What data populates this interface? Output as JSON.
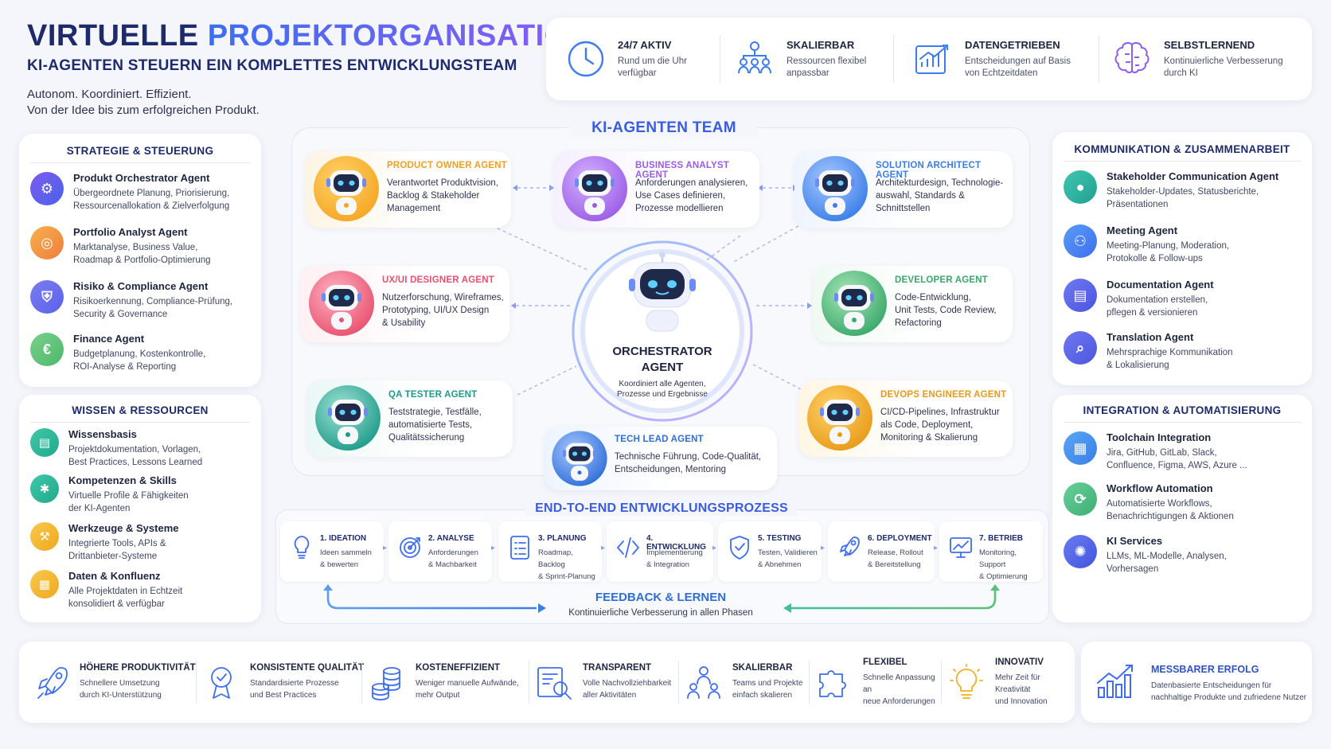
{
  "header": {
    "title_a": "VIRTUELLE ",
    "title_b": "PROJEKTORGANISATION",
    "subtitle": "KI-AGENTEN STEUERN EIN KOMPLETTES ENTWICKLUNGSTEAM",
    "tagline_1": "Autonom. Koordiniert. Effizient.",
    "tagline_2": "Von der Idee bis zum erfolgreichen Produkt."
  },
  "features": [
    {
      "icon": "clock-icon",
      "title": "24/7 AKTIV",
      "desc": [
        "Rund um die Uhr",
        "verfügbar"
      ]
    },
    {
      "icon": "team-scale-icon",
      "title": "SKALIERBAR",
      "desc": [
        "Ressourcen flexibel",
        "anpassbar"
      ]
    },
    {
      "icon": "data-chart-icon",
      "title": "DATENGETRIEBEN",
      "desc": [
        "Entscheidungen auf Basis",
        "von Echtzeitdaten"
      ]
    },
    {
      "icon": "brain-icon",
      "title": "SELBSTLERNEND",
      "desc": [
        "Kontinuierliche Verbesserung",
        "durch KI"
      ]
    }
  ],
  "left_top": {
    "title": "STRATEGIE & STEUERUNG",
    "items": [
      {
        "name": "Produkt Orchestrator Agent",
        "desc": [
          "Übergeordnete Planung, Priorisierung,",
          "Ressourcenallokation & Zielverfolgung"
        ],
        "color": "#7b5cf0"
      },
      {
        "name": "Portfolio Analyst Agent",
        "desc": [
          "Marktanalyse, Business Value,",
          "Roadmap & Portfolio-Optimierung"
        ],
        "color": "#f39a3d"
      },
      {
        "name": "Risiko & Compliance Agent",
        "desc": [
          "Risikoerkennung, Compliance-Prüfung,",
          "Security & Governance"
        ],
        "color": "#6a72e8"
      },
      {
        "name": "Finance Agent",
        "desc": [
          "Budgetplanung, Kostenkontrolle,",
          "ROI-Analyse & Reporting"
        ],
        "color": "#5cc27a"
      }
    ]
  },
  "left_bottom": {
    "title": "WISSEN & RESSOURCEN",
    "items": [
      {
        "name": "Wissensbasis",
        "desc": [
          "Projektdokumentation, Vorlagen,",
          "Best Practices, Lessons Learned"
        ],
        "color": "#2fb89a"
      },
      {
        "name": "Kompetenzen & Skills",
        "desc": [
          "Virtuelle Profile & Fähigkeiten",
          "der KI-Agenten"
        ],
        "color": "#2fb89a"
      },
      {
        "name": "Werkzeuge & Systeme",
        "desc": [
          "Integrierte Tools, APIs &",
          "Drittanbieter-Systeme"
        ],
        "color": "#f5b731"
      },
      {
        "name": "Daten & Konfluenz",
        "desc": [
          "Alle Projektdaten in Echtzeit",
          "konsolidiert & verfügbar"
        ],
        "color": "#f5b731"
      }
    ]
  },
  "right_top": {
    "title": "KOMMUNIKATION & ZUSAMMENARBEIT",
    "items": [
      {
        "name": "Stakeholder Communication Agent",
        "desc": [
          "Stakeholder-Updates, Statusberichte,",
          "Präsentationen"
        ],
        "color": "#2fb8a0"
      },
      {
        "name": "Meeting Agent",
        "desc": [
          "Meeting-Planung, Moderation,",
          "Protokolle & Follow-ups"
        ],
        "color": "#3d7cf0"
      },
      {
        "name": "Documentation Agent",
        "desc": [
          "Dokumentation erstellen,",
          "pflegen & versionieren"
        ],
        "color": "#5a62ea"
      },
      {
        "name": "Translation Agent",
        "desc": [
          "Mehrsprachige Kommunikation",
          "& Lokalisierung"
        ],
        "color": "#5a62ea"
      }
    ]
  },
  "right_bottom": {
    "title": "INTEGRATION & AUTOMATISIERUNG",
    "items": [
      {
        "name": "Toolchain Integration",
        "desc": [
          "Jira, GitHub, GitLab, Slack,",
          "Confluence, Figma, AWS, Azure ..."
        ],
        "color": "#3d8cf0"
      },
      {
        "name": "Workflow Automation",
        "desc": [
          "Automatisierte Workflows,",
          "Benachrichtigungen & Aktionen"
        ],
        "color": "#4cc08a"
      },
      {
        "name": "KI Services",
        "desc": [
          "LLMs, ML-Modelle, Analysen,",
          "Vorhersagen"
        ],
        "color": "#4a62ea"
      }
    ]
  },
  "team": {
    "title": "KI-AGENTEN TEAM",
    "orchestrator": {
      "name_1": "ORCHESTRATOR",
      "name_2": "AGENT",
      "desc_1": "Koordiniert alle Agenten,",
      "desc_2": "Prozesse und Ergebnisse"
    },
    "agents": [
      {
        "key": "po",
        "name": "PRODUCT OWNER AGENT",
        "desc": [
          "Verantwortet Produktvision,",
          "Backlog & Stakeholder",
          "Management"
        ],
        "color": "#f0a020"
      },
      {
        "key": "ba",
        "name": "BUSINESS ANALYST AGENT",
        "desc": [
          "Anforderungen analysieren,",
          "Use Cases definieren,",
          "Prozesse modellieren"
        ],
        "color": "#9a5ce6"
      },
      {
        "key": "sa",
        "name": "SOLUTION ARCHITECT AGENT",
        "desc": [
          "Architekturdesign, Technologie-",
          "auswahl, Standards &",
          "Schnittstellen"
        ],
        "color": "#3a7ee8"
      },
      {
        "key": "ux",
        "name": "UX/UI DESIGNER AGENT",
        "desc": [
          "Nutzerforschung, Wireframes,",
          "Prototyping, UI/UX Design",
          "& Usability"
        ],
        "color": "#e8506e"
      },
      {
        "key": "dev",
        "name": "DEVELOPER AGENT",
        "desc": [
          "Code-Entwicklung,",
          "Unit Tests, Code Review,",
          "Refactoring"
        ],
        "color": "#3aa86a"
      },
      {
        "key": "qa",
        "name": "QA TESTER AGENT",
        "desc": [
          "Teststrategie, Testfälle,",
          "automatisierte Tests,",
          "Qualitätssicherung"
        ],
        "color": "#1f9a8a"
      },
      {
        "key": "tl",
        "name": "TECH LEAD AGENT",
        "desc": [
          "Technische Führung, Code-Qualität,",
          "Entscheidungen, Mentoring"
        ],
        "color": "#2f6ed8"
      },
      {
        "key": "devops",
        "name": "DEVOPS ENGINEER AGENT",
        "desc": [
          "CI/CD-Pipelines, Infrastruktur",
          "als Code, Deployment,",
          "Monitoring & Skalierung"
        ],
        "color": "#e89a18"
      }
    ]
  },
  "process": {
    "title": "END-TO-END ENTWICKLUNGSPROZESS",
    "steps": [
      {
        "name": "1. IDEATION",
        "desc": [
          "Ideen sammeln",
          "& bewerten"
        ],
        "icon": "lightbulb-icon"
      },
      {
        "name": "2. ANALYSE",
        "desc": [
          "Anforderungen",
          "& Machbarkeit"
        ],
        "icon": "target-icon"
      },
      {
        "name": "3. PLANUNG",
        "desc": [
          "Roadmap, Backlog",
          "& Sprint-Planung"
        ],
        "icon": "checklist-icon"
      },
      {
        "name": "4. ENTWICKLUNG",
        "desc": [
          "Implementierung",
          "& Integration"
        ],
        "icon": "code-icon"
      },
      {
        "name": "5. TESTING",
        "desc": [
          "Testen, Validieren",
          "& Abnehmen"
        ],
        "icon": "shield-check-icon"
      },
      {
        "name": "6. DEPLOYMENT",
        "desc": [
          "Release, Rollout",
          "& Bereitstellung"
        ],
        "icon": "rocket-icon"
      },
      {
        "name": "7. BETRIEB",
        "desc": [
          "Monitoring, Support",
          "& Optimierung"
        ],
        "icon": "monitor-icon"
      }
    ],
    "feedback_title": "FEEDBACK & LERNEN",
    "feedback_desc": "Kontinuierliche Verbesserung in allen Phasen"
  },
  "benefits": [
    {
      "title": "HÖHERE PRODUKTIVITÄT",
      "desc": [
        "Schnellere Umsetzung",
        "durch KI-Unterstützung"
      ],
      "icon": "rocket-icon"
    },
    {
      "title": "KONSISTENTE QUALITÄT",
      "desc": [
        "Standardisierte Prozesse",
        "und Best Practices"
      ],
      "icon": "award-icon"
    },
    {
      "title": "KOSTENEFFIZIENT",
      "desc": [
        "Weniger manuelle Aufwände,",
        "mehr Output"
      ],
      "icon": "coins-icon"
    },
    {
      "title": "TRANSPARENT",
      "desc": [
        "Volle Nachvollziehbarkeit",
        "aller Aktivitäten"
      ],
      "icon": "report-search-icon"
    },
    {
      "title": "SKALIERBAR",
      "desc": [
        "Teams und Projekte",
        "einfach skalieren"
      ],
      "icon": "people-icon"
    },
    {
      "title": "FLEXIBEL",
      "desc": [
        "Schnelle Anpassung an",
        "neue Anforderungen"
      ],
      "icon": "puzzle-icon"
    },
    {
      "title": "INNOVATIV",
      "desc": [
        "Mehr Zeit für Kreativität",
        "und Innovation"
      ],
      "icon": "idea-icon"
    }
  ],
  "success": {
    "title": "MESSBARER ERFOLG",
    "desc": [
      "Datenbasierte Entscheidungen für",
      "nachhaltige Produkte und zufriedene Nutzer"
    ],
    "icon": "growth-chart-icon"
  }
}
